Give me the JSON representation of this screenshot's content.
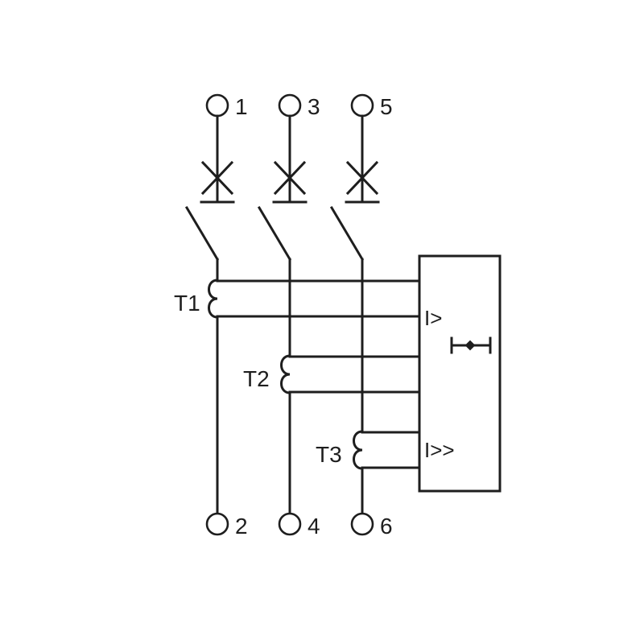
{
  "diagram": {
    "terminals_top": [
      "1",
      "3",
      "5"
    ],
    "terminals_bottom": [
      "2",
      "4",
      "6"
    ],
    "transformers": [
      "T1",
      "T2",
      "T3"
    ],
    "relay": {
      "overload_label": "I>",
      "shortcircuit_label": "I>>"
    },
    "colors": {
      "line": "#1e1e1e",
      "background": "#ffffff"
    }
  }
}
